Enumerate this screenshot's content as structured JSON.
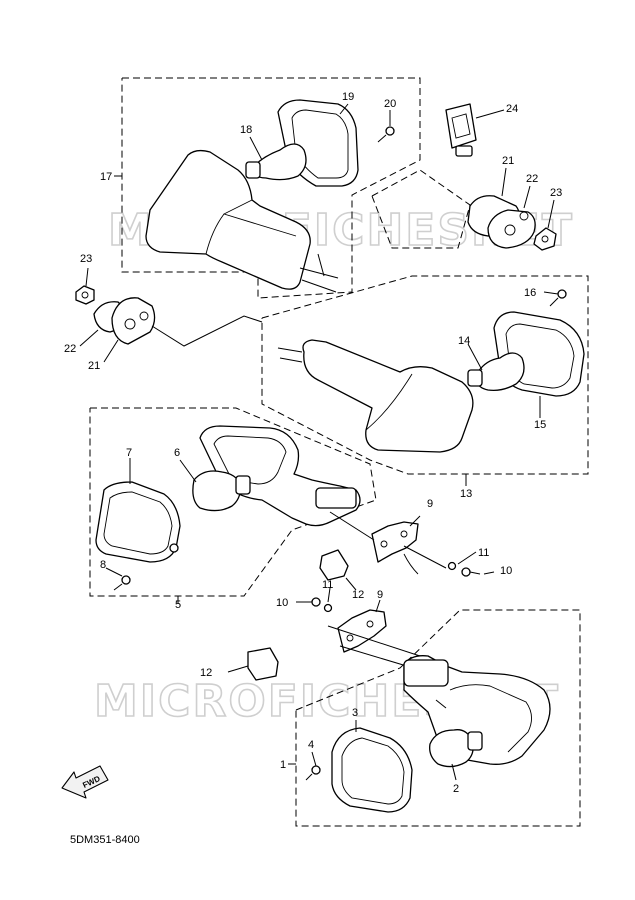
{
  "watermark": {
    "text_top": "MICROFICHESNET",
    "text_bottom": "MICROFICHESNET"
  },
  "diagram_code": "5DM351-8400",
  "fwd_label": "FWD",
  "callouts": {
    "c1": "1",
    "c2": "2",
    "c3": "3",
    "c4": "4",
    "c5": "5",
    "c6": "6",
    "c7": "7",
    "c8": "8",
    "c9a": "9",
    "c9b": "9",
    "c10a": "10",
    "c10b": "10",
    "c11a": "11",
    "c11b": "11",
    "c12a": "12",
    "c12b": "12",
    "c13": "13",
    "c14": "14",
    "c15": "15",
    "c16": "16",
    "c17": "17",
    "c18": "18",
    "c19": "19",
    "c20": "20",
    "c21a": "21",
    "c21b": "21",
    "c22a": "22",
    "c22b": "22",
    "c23a": "23",
    "c23b": "23",
    "c24": "24"
  }
}
